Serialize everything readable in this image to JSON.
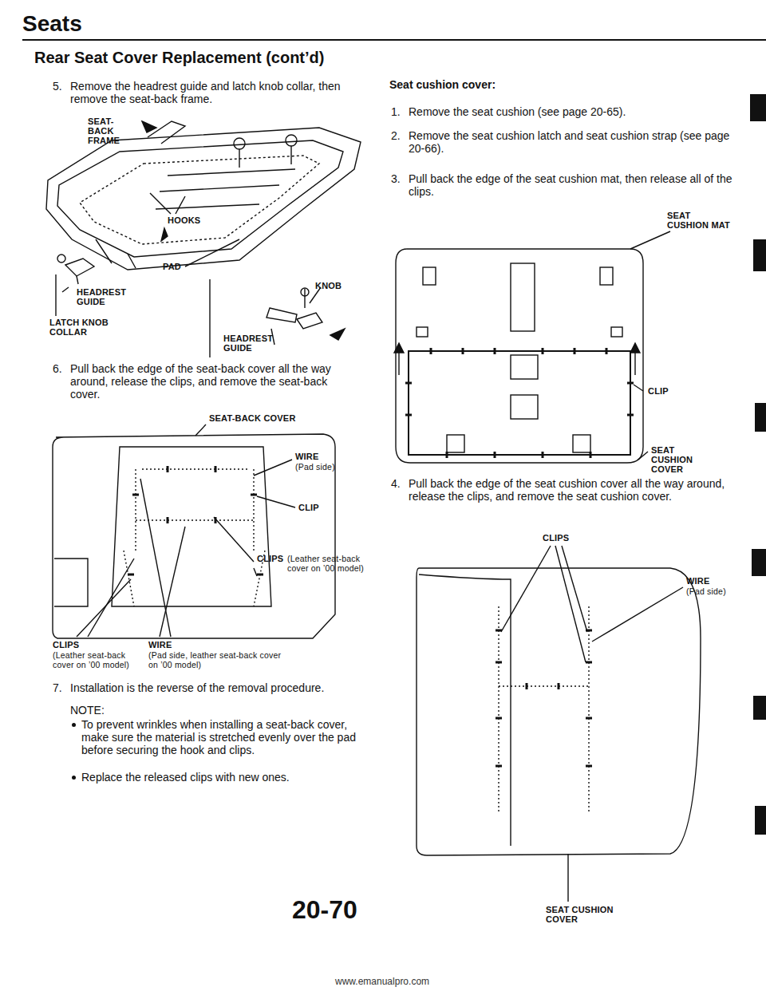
{
  "diagram": {
    "title": "Seats",
    "labels": [
      "Rear Seat Cover Replacement (cont’d)",
      "5.",
      "Remove the headrest guide and latch knob collar, then remove the seat-back frame.",
      "SEAT-BACK FRAME",
      "HOOKS",
      "PAD",
      "KNOB",
      "HEADREST GUIDE",
      "LATCH KNOB COLLAR",
      "HEADREST GUIDE",
      "6.",
      "Pull back the edge of the seat-back cover all the way around, release the clips, and remove the seat-back cover.",
      "SEAT-BACK COVER",
      "WIRE",
      "(Pad side)",
      "CLIP",
      "CLIPS",
      "(Leather seat-back cover on ’00 model)",
      "CLIPS",
      "(Leather seat-back cover on ’00 model)",
      "WIRE",
      "(Pad side, leather seat-back cover on ’00 model)",
      "7.",
      "Installation is the reverse of the removal procedure.",
      "NOTE:",
      "To prevent wrinkles when installing a seat-back cover, make sure the material is stretched evenly over the pad before securing the hook and clips.",
      "Replace the released clips with new ones.",
      "20-70",
      "www.emanualpro.com",
      "Seat cushion cover:",
      "1.",
      "Remove the seat cushion (see page 20-65).",
      "2.",
      "Remove the seat cushion latch and seat cushion strap (see page 20-66).",
      "3.",
      "Pull back the edge of the seat cushion mat, then release all of the clips.",
      "SEAT CUSHION MAT",
      "CLIP",
      "SEAT CUSHION COVER",
      "4.",
      "Pull back the edge of the seat cushion cover all the way around, release the clips, and remove the seat cushion cover.",
      "CLIPS",
      "WIRE",
      "(Pad side)",
      "SEAT CUSHION COVER"
    ]
  }
}
